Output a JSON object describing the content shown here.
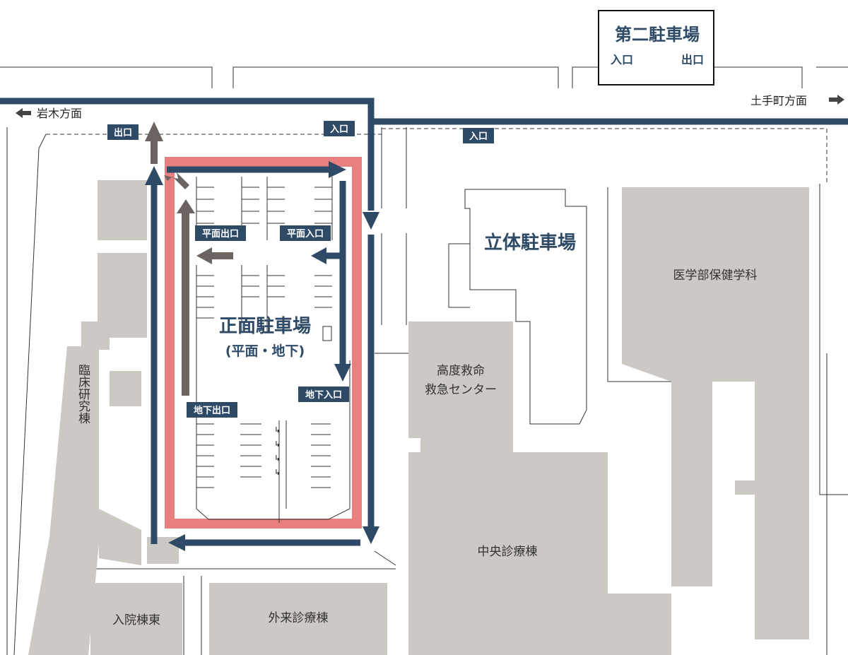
{
  "colors": {
    "road": "#2e4a66",
    "highlight": "#e98080",
    "exit_arrow": "#6b6461",
    "building": "#ccc8c3"
  },
  "second_parking": {
    "title": "第二駐車場",
    "entrance": "入口",
    "exit": "出口"
  },
  "directions": {
    "left": "岩木方面",
    "right": "土手町方面"
  },
  "gates": {
    "main_exit": "出口",
    "main_entrance": "入口",
    "east_entrance": "入口"
  },
  "front_parking": {
    "title": "正面駐車場",
    "subtitle": "(平面・地下)",
    "surface_exit": "平面出口",
    "surface_entrance": "平面入口",
    "underground_exit": "地下出口",
    "underground_entrance": "地下入口"
  },
  "buildings": {
    "multistory_parking": "立体駐車場",
    "health_sciences": "医学部保健学科",
    "emergency_center_line1": "高度救命",
    "emergency_center_line2": "救急センター",
    "clinical_research": "臨床研究棟",
    "central_clinic": "中央診療棟",
    "outpatient": "外来診療棟",
    "inpatient_east": "入院棟東"
  }
}
